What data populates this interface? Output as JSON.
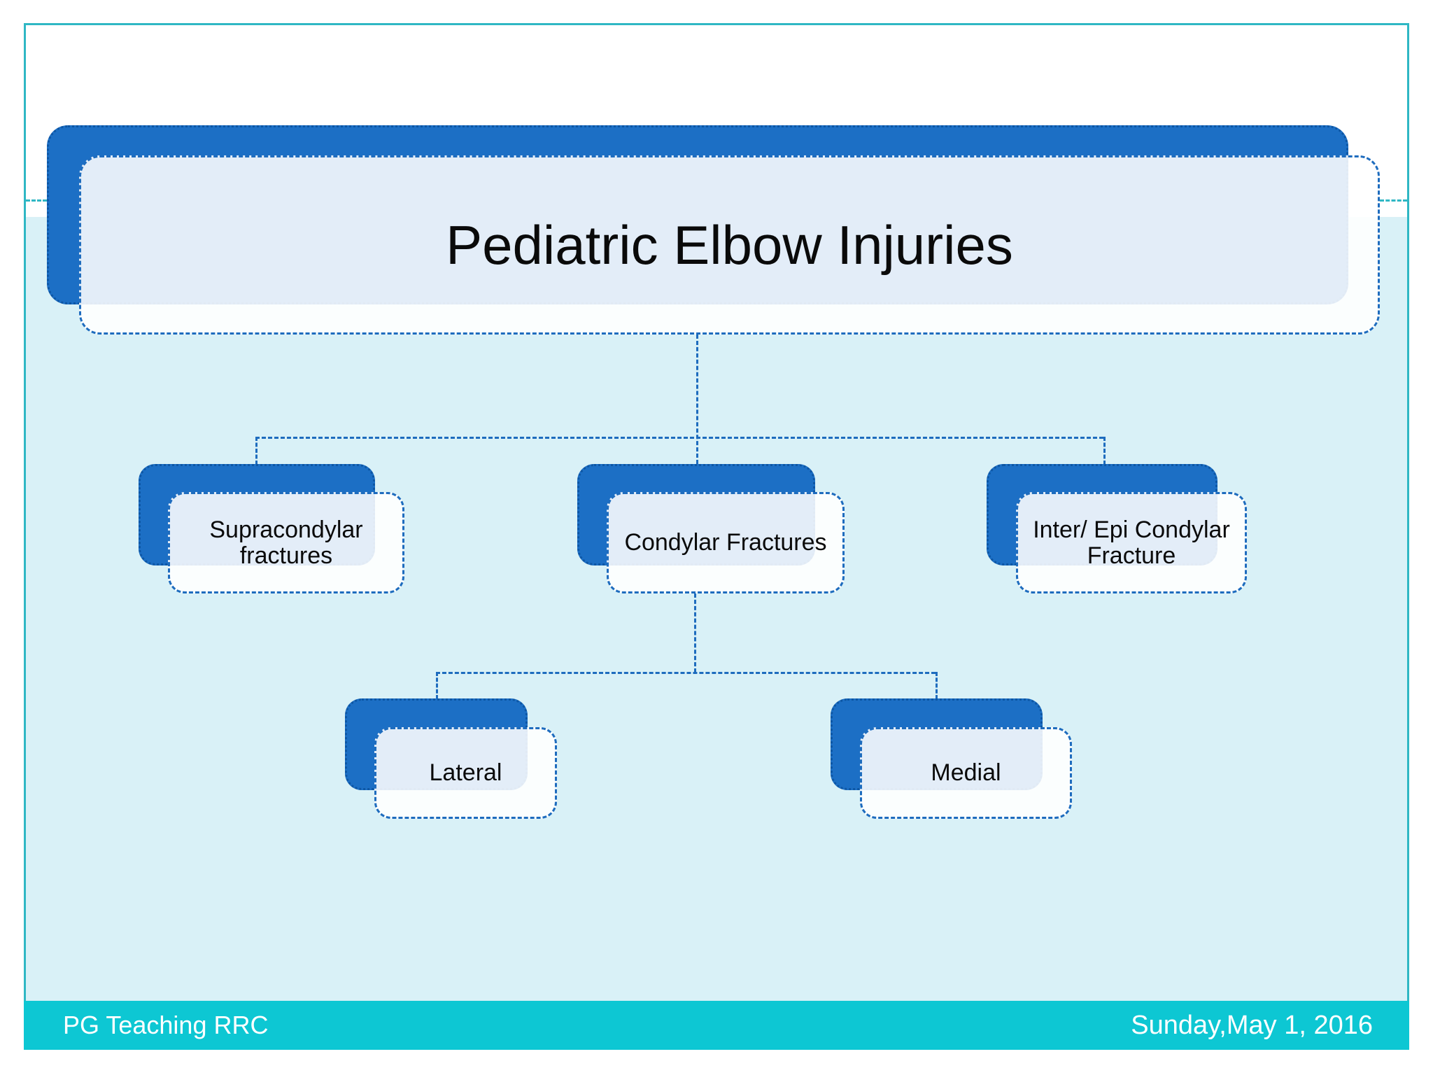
{
  "title": {
    "text": "Pediatric Elbow Injuries"
  },
  "nodes": {
    "supracondylar": "Supracondylar fractures",
    "condylar": "Condylar Fractures",
    "interepi": "Inter/ Epi Condylar Fracture",
    "lateral": "Lateral",
    "medial": "Medial"
  },
  "hierarchy": {
    "root": "Pediatric Elbow Injuries",
    "children": [
      {
        "label": "Supracondylar fractures",
        "children": []
      },
      {
        "label": "Condylar Fractures",
        "children": [
          "Lateral",
          "Medial"
        ]
      },
      {
        "label": "Inter/ Epi Condylar Fracture",
        "children": []
      }
    ]
  },
  "footer": {
    "left": "PG Teaching RRC",
    "right": "Sunday,May 1, 2016"
  },
  "colors": {
    "node_blue": "#1c6fc5",
    "dashed_border_blue": "#1e6cbe",
    "frame_teal": "#2fb7c4",
    "footer_teal": "#0dc7d3",
    "content_background": "#d9f1f7",
    "text": "#0a0a0a",
    "footer_text": "#ffffff"
  }
}
